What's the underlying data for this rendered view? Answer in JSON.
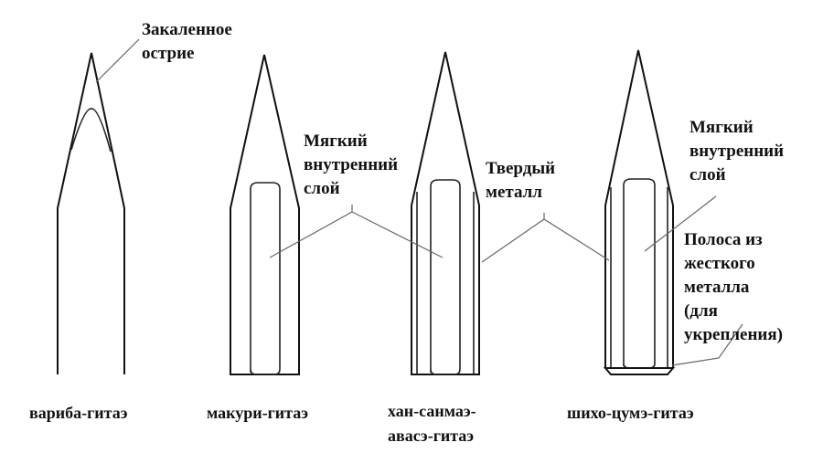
{
  "labels": {
    "hardened_tip": [
      "Закаленное",
      "острие"
    ],
    "soft_core_left": [
      "Мягкий",
      "внутренний",
      "слой"
    ],
    "hard_metal": [
      "Твердый",
      "металл"
    ],
    "soft_core_right": [
      "Мягкий",
      "внутренний",
      "слой"
    ],
    "hard_strip": [
      "Полоса из",
      "жесткого",
      "металла",
      "(для",
      "укрепления)"
    ]
  },
  "captions": {
    "wariba": "вариба-гитаэ",
    "makuri": "макури-гитаэ",
    "sanmai": [
      "хан-санмаэ-",
      "авасэ-гитаэ"
    ],
    "shiho": "шихо-цумэ-гитаэ"
  }
}
